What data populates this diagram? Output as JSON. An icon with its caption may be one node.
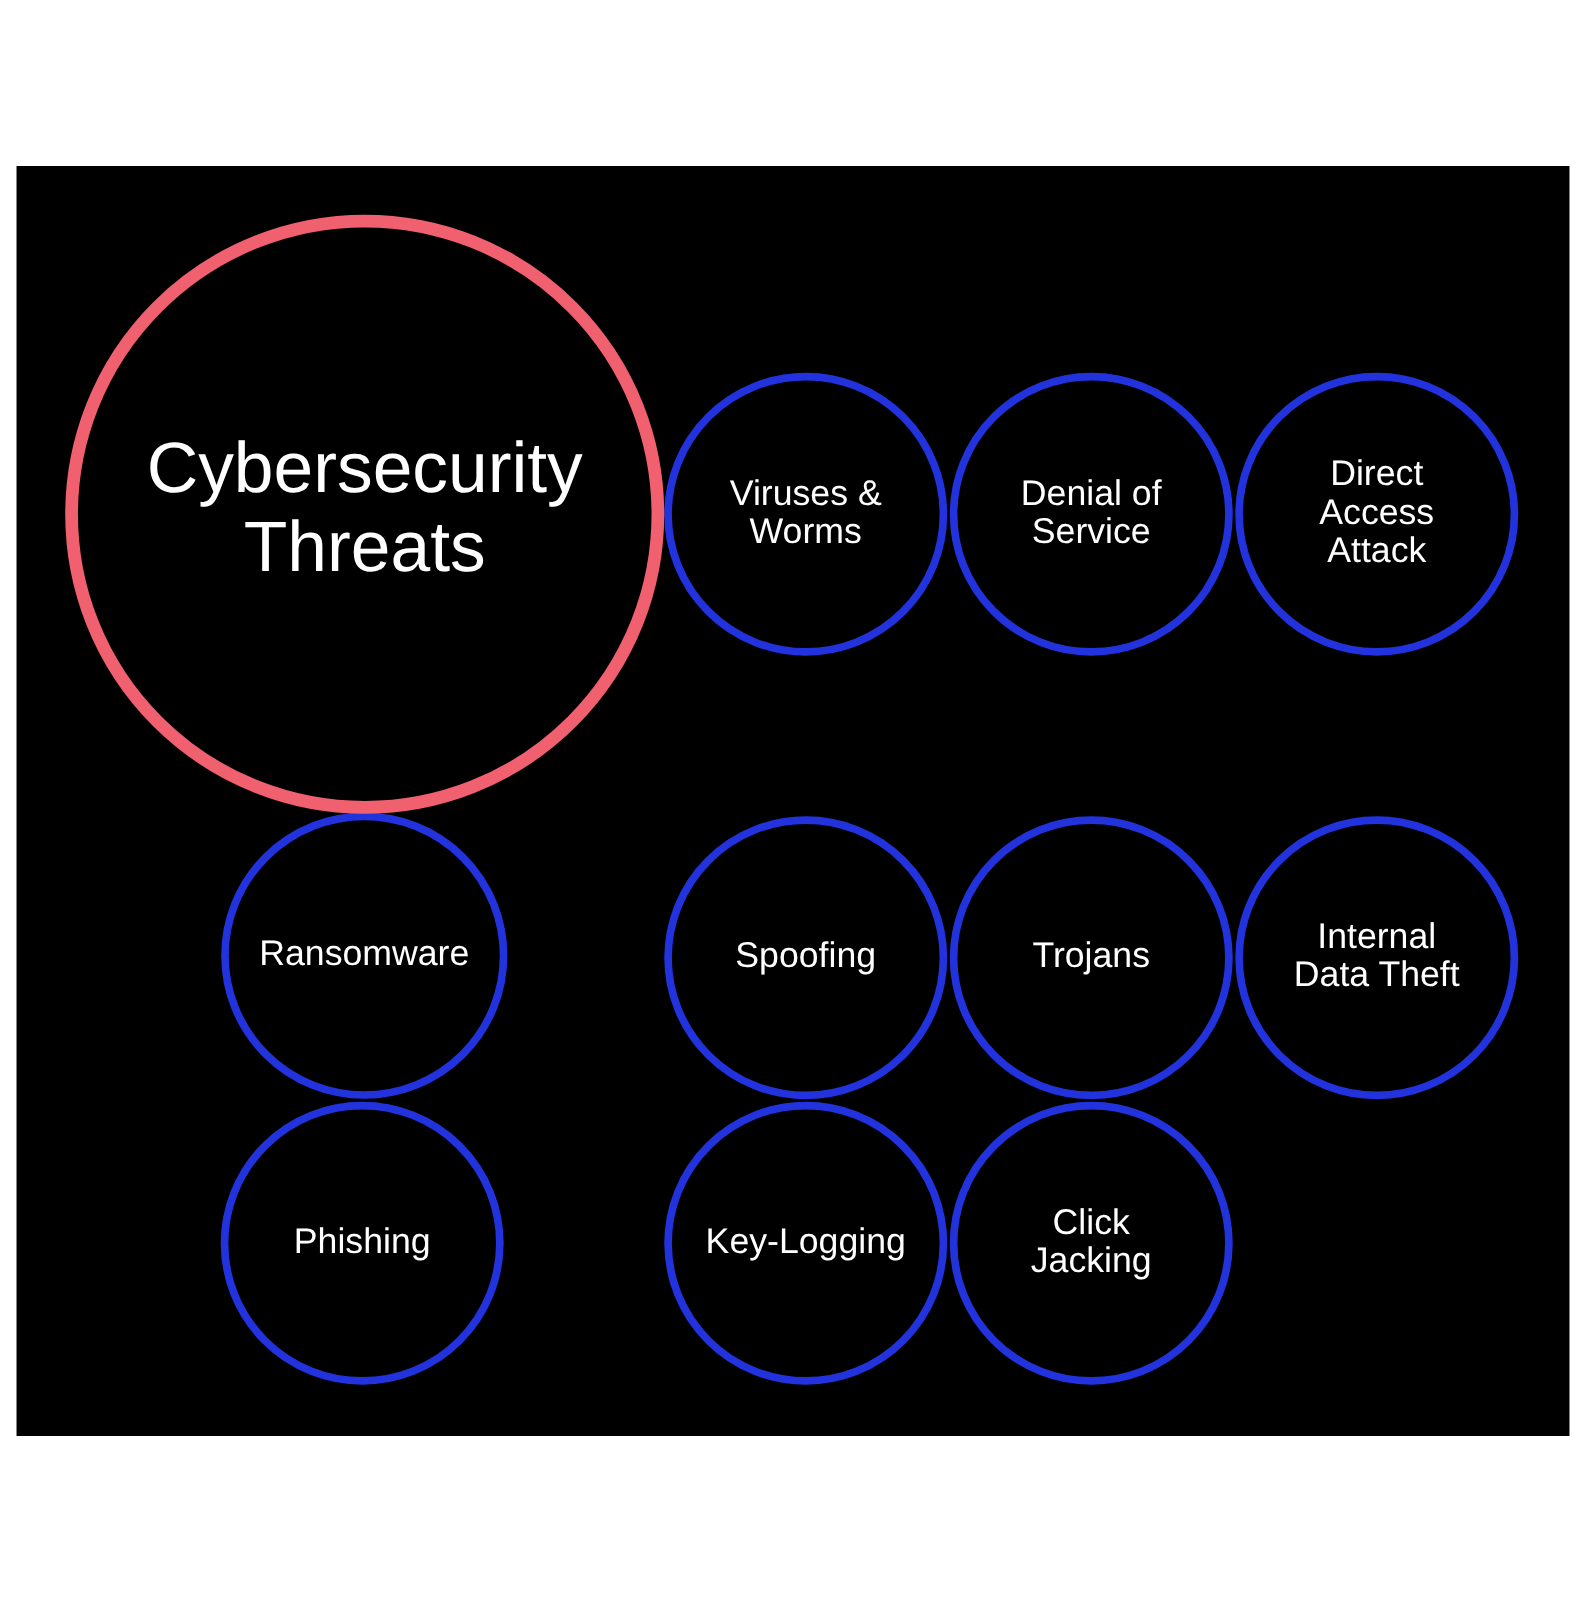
{
  "diagram": {
    "nodes": [
      {
        "text": [
          "Cybersecurity Threats"
        ]
      },
      {
        "text": [
          "Ransomware"
        ]
      },
      {
        "text": [
          "Viruses & Worms"
        ]
      },
      {
        "text": [
          "Key-Logging"
        ]
      },
      {
        "text": [
          "Trojans"
        ]
      },
      {
        "text": [
          "Internal Data Theft"
        ]
      },
      {
        "text": [
          "Direct Access Attack"
        ]
      },
      {
        "text": [
          "Click Jacking"
        ]
      },
      {
        "text": [
          "Denial of Service"
        ]
      },
      {
        "text": [
          "Spoofing"
        ]
      },
      {
        "text": [
          "Phishing"
        ]
      }
    ]
  }
}
